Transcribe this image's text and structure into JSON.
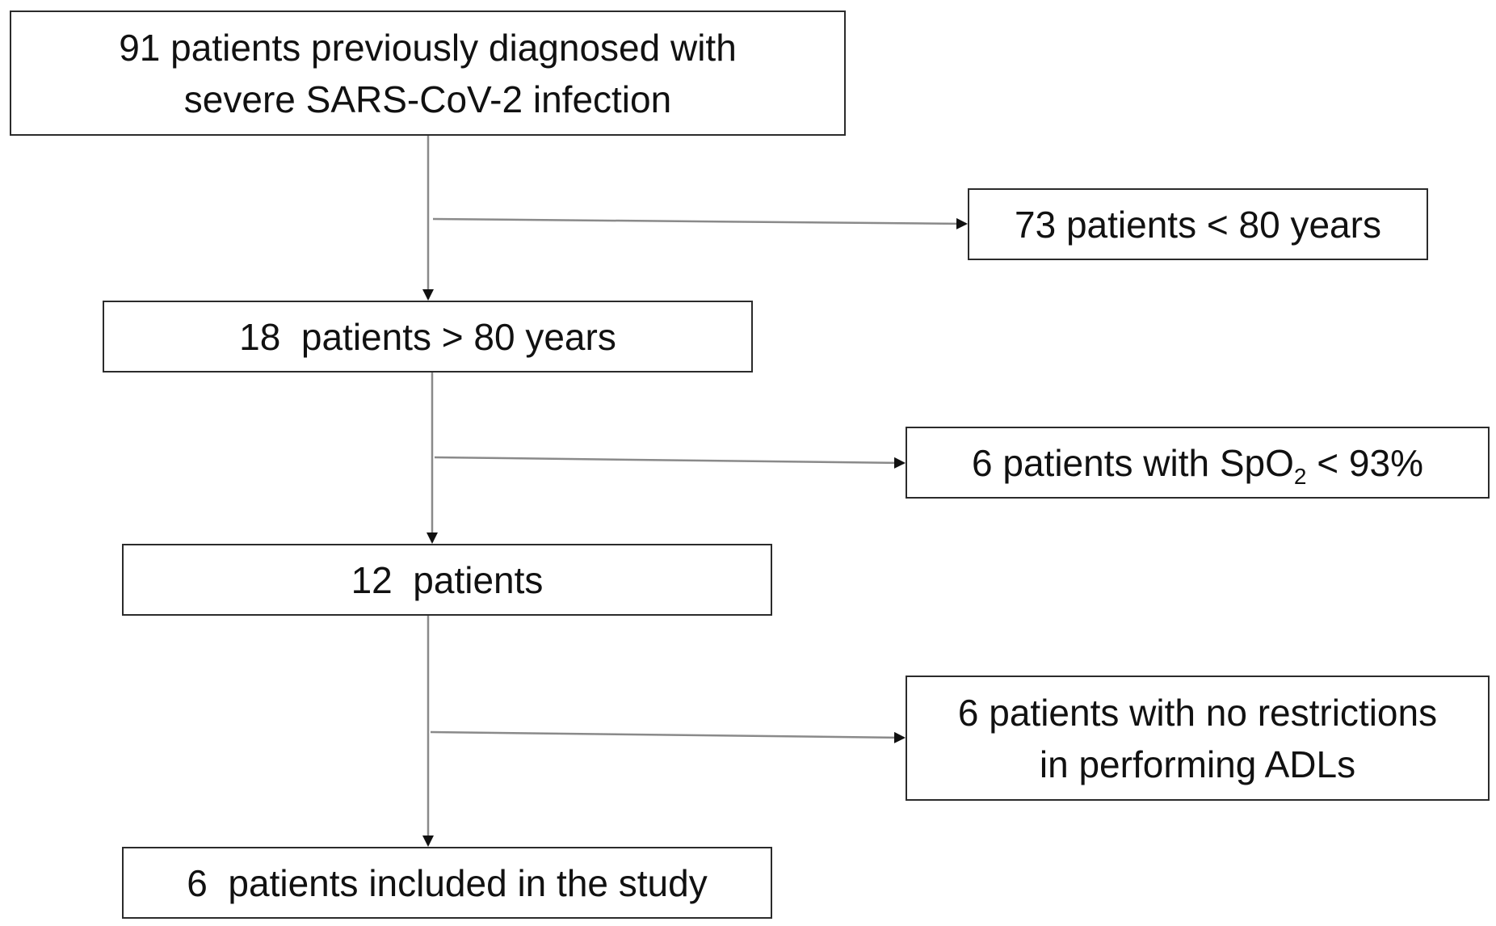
{
  "flowchart": {
    "start_box": {
      "line1": "91 patients previously diagnosed with",
      "line2": "severe SARS-CoV-2 infection"
    },
    "older_box": {
      "text": "18  patients > 80 years"
    },
    "twelve_box": {
      "text": "12  patients"
    },
    "included_box": {
      "text": "6  patients included in the study"
    },
    "exclusions": {
      "age": {
        "text": "73 patients < 80 years"
      },
      "spo2": {
        "prefix": "6 patients with SpO",
        "subscript": "2",
        "suffix": " < 93%"
      },
      "adl": {
        "line1": "6 patients with no restrictions",
        "line2": "in performing ADLs"
      }
    }
  },
  "colors": {
    "line": "#8a8a8a",
    "border": "#2b2b2b",
    "text": "#111111",
    "background": "#ffffff"
  }
}
